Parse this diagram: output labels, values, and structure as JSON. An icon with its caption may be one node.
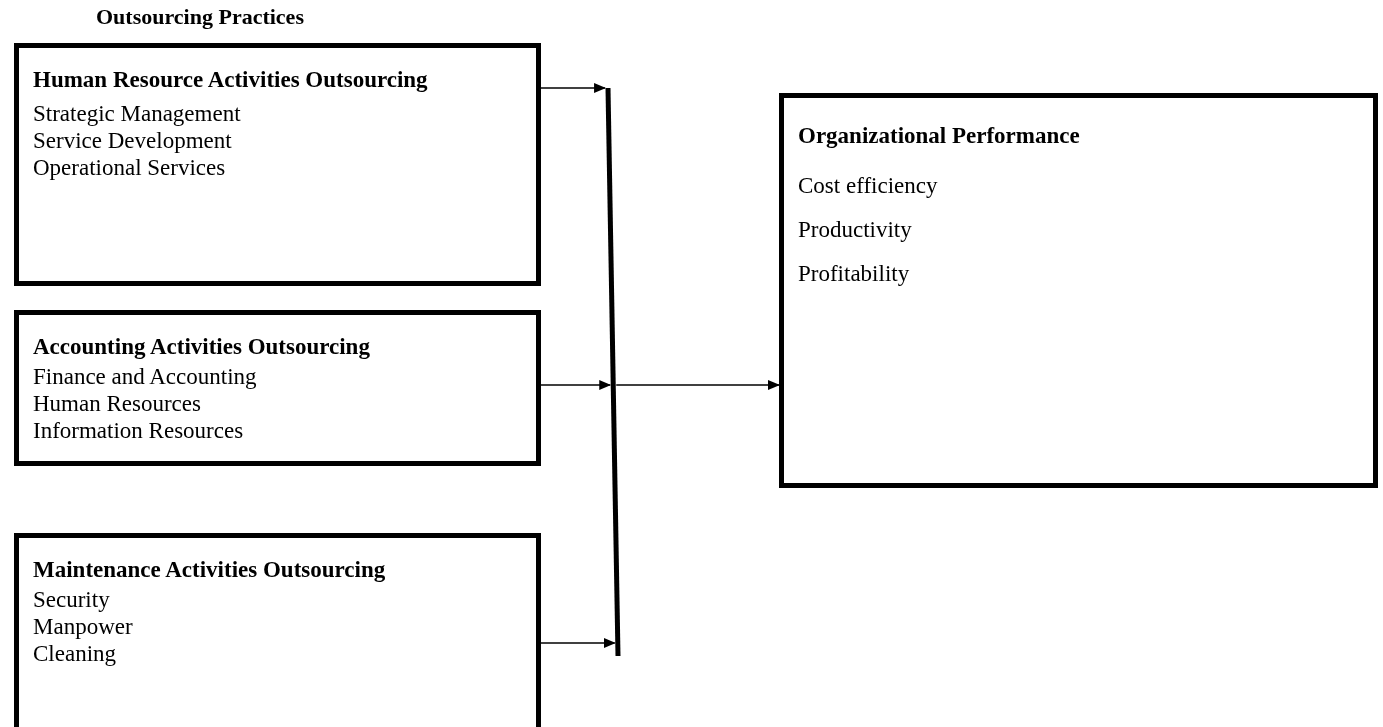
{
  "diagram": {
    "title": "Outsourcing Practices",
    "nodes": [
      {
        "text": [
          "Human Resource Activities Outsourcing",
          "Strategic Management",
          "Service Development",
          "Operational Services"
        ]
      },
      {
        "text": [
          "Accounting Activities Outsourcing",
          "Finance and Accounting",
          "Human Resources",
          "Information Resources"
        ]
      },
      {
        "text": [
          "Maintenance Activities Outsourcing",
          "Security",
          "Manpower",
          "Cleaning"
        ]
      },
      {
        "text": [],
        "shape": "bar"
      },
      {
        "text": [
          "Organizational Performance",
          "Cost efficiency",
          "Productivity",
          "Profitability"
        ]
      }
    ],
    "edges": [
      {
        "from": 0,
        "to": 3,
        "arrow": "to"
      },
      {
        "from": 1,
        "to": 3,
        "arrow": "to"
      },
      {
        "from": 2,
        "to": 3,
        "arrow": "to"
      },
      {
        "from": 3,
        "to": 4,
        "arrow": "to"
      }
    ]
  }
}
